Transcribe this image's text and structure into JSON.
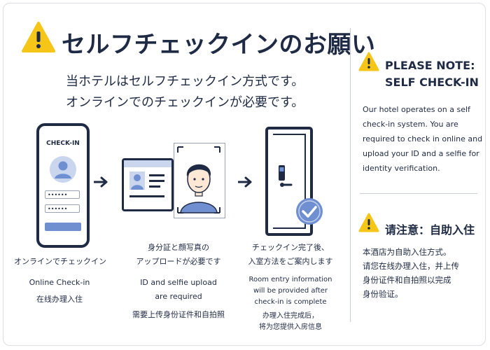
{
  "header": {
    "title": "セルフチェックインのお願い",
    "subtitle_line1": "当ホテルはセルフチェックイン方式です。",
    "subtitle_line2": "オンラインでのチェックインが必要です。"
  },
  "phone": {
    "label": "CHECK-IN",
    "field1": "••••••",
    "field2": "••••••"
  },
  "steps": [
    {
      "ja": "オンラインでチェックイン",
      "en": "Online Check-in",
      "zh": "在线办理入住"
    },
    {
      "ja_line1": "身分証と顔写真の",
      "ja_line2": "アップロードが必要です",
      "en_line1": "ID and selfie upload",
      "en_line2": "are required",
      "zh": "需要上传身份证件和自拍照"
    },
    {
      "ja_line1": "チェックイン完了後、",
      "ja_line2": "入室方法をご案内します",
      "en_line1": "Room entry information",
      "en_line2": "will be provided after",
      "en_line3": "check-in is complete",
      "zh_line1": "办理入住完成后，",
      "zh_line2": "将为您提供入房信息"
    }
  ],
  "right_panel": {
    "en_title_line1": "PLEASE NOTE:",
    "en_title_line2": "SELF CHECK-IN",
    "en_body": "Our hotel operates on a self check-in system. You are required to check in online and upload your ID and a selfie for identity verification.",
    "zh_title": "请注意：自助入住",
    "zh_body_line1": "本酒店为自助入住方式。",
    "zh_body_line2": "请您在线办理入住，并上传",
    "zh_body_line3": "身份证件和自拍照以完成",
    "zh_body_line4": "身份验证。"
  },
  "icons": {
    "warning": "warning-icon",
    "arrow": "arrow-right-icon",
    "check": "check-circle-icon"
  },
  "colors": {
    "navy": "#1f2a44",
    "warning_yellow": "#f5c518",
    "accent_blue": "#6f8fd0",
    "light_blue": "#c9d6ee"
  }
}
